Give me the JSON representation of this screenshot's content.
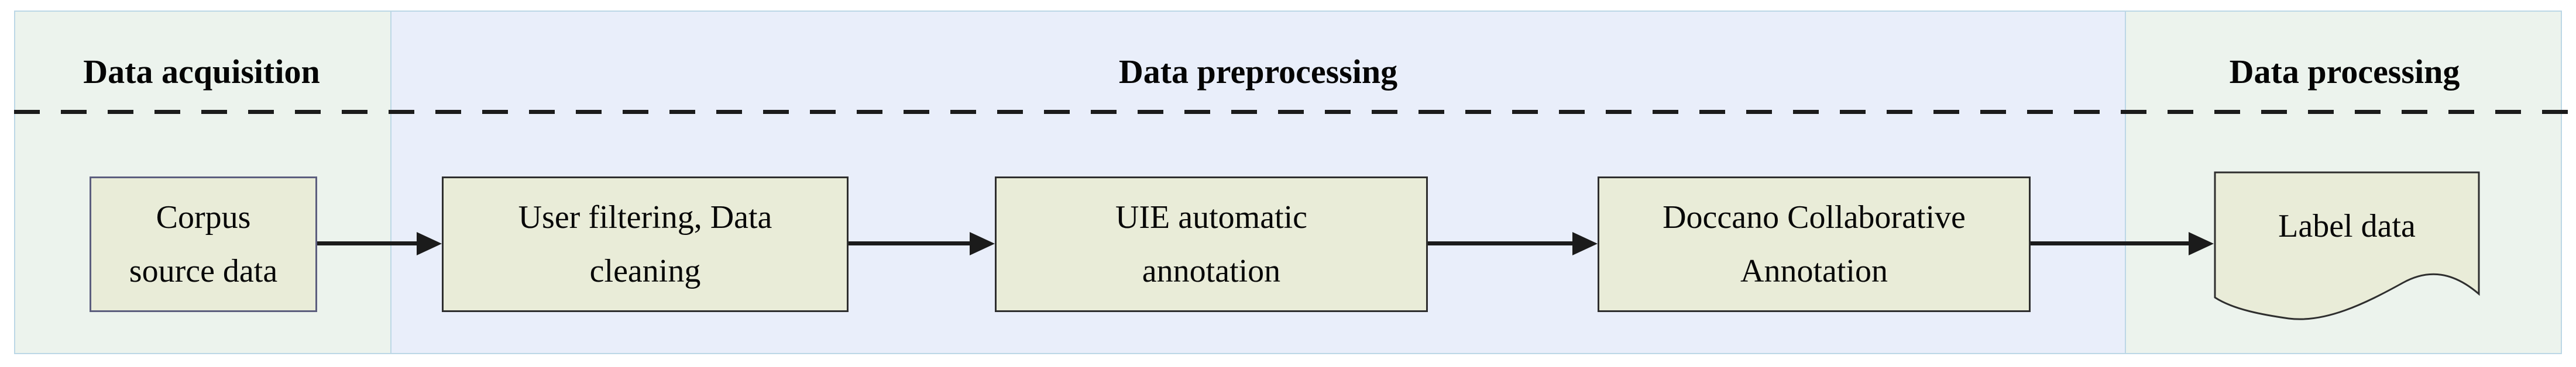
{
  "figure": {
    "sections": [
      {
        "title": "Data acquisition"
      },
      {
        "title": "Data preprocessing"
      },
      {
        "title": "Data processing"
      }
    ],
    "nodes": [
      {
        "id": "corpus-source-data",
        "shape": "rectangle",
        "line1": "Corpus",
        "line2": "source data"
      },
      {
        "id": "user-filtering-data-cleaning",
        "shape": "rectangle",
        "line1": "User filtering, Data",
        "line2": "cleaning"
      },
      {
        "id": "uie-automatic-annotation",
        "shape": "rectangle",
        "line1": "UIE automatic",
        "line2": "annotation"
      },
      {
        "id": "doccano-collaborative-annotation",
        "shape": "rectangle",
        "line1": "Doccano Collaborative",
        "line2": "Annotation"
      },
      {
        "id": "label-data",
        "shape": "document",
        "label": "Label data"
      }
    ],
    "flow": [
      "corpus-source-data -> user-filtering-data-cleaning",
      "user-filtering-data-cleaning -> uie-automatic-annotation",
      "uie-automatic-annotation -> doccano-collaborative-annotation",
      "doccano-collaborative-annotation -> label-data"
    ],
    "colors": {
      "section-green": "#ecf3ed",
      "section-blue": "#e9eefa",
      "frame-border": "#bcd7e6",
      "node-fill": "#e9ecd8",
      "node-border": "#2e2e2e",
      "corpus-border": "#5c5e7e",
      "line-color": "#1b1b1b"
    }
  }
}
